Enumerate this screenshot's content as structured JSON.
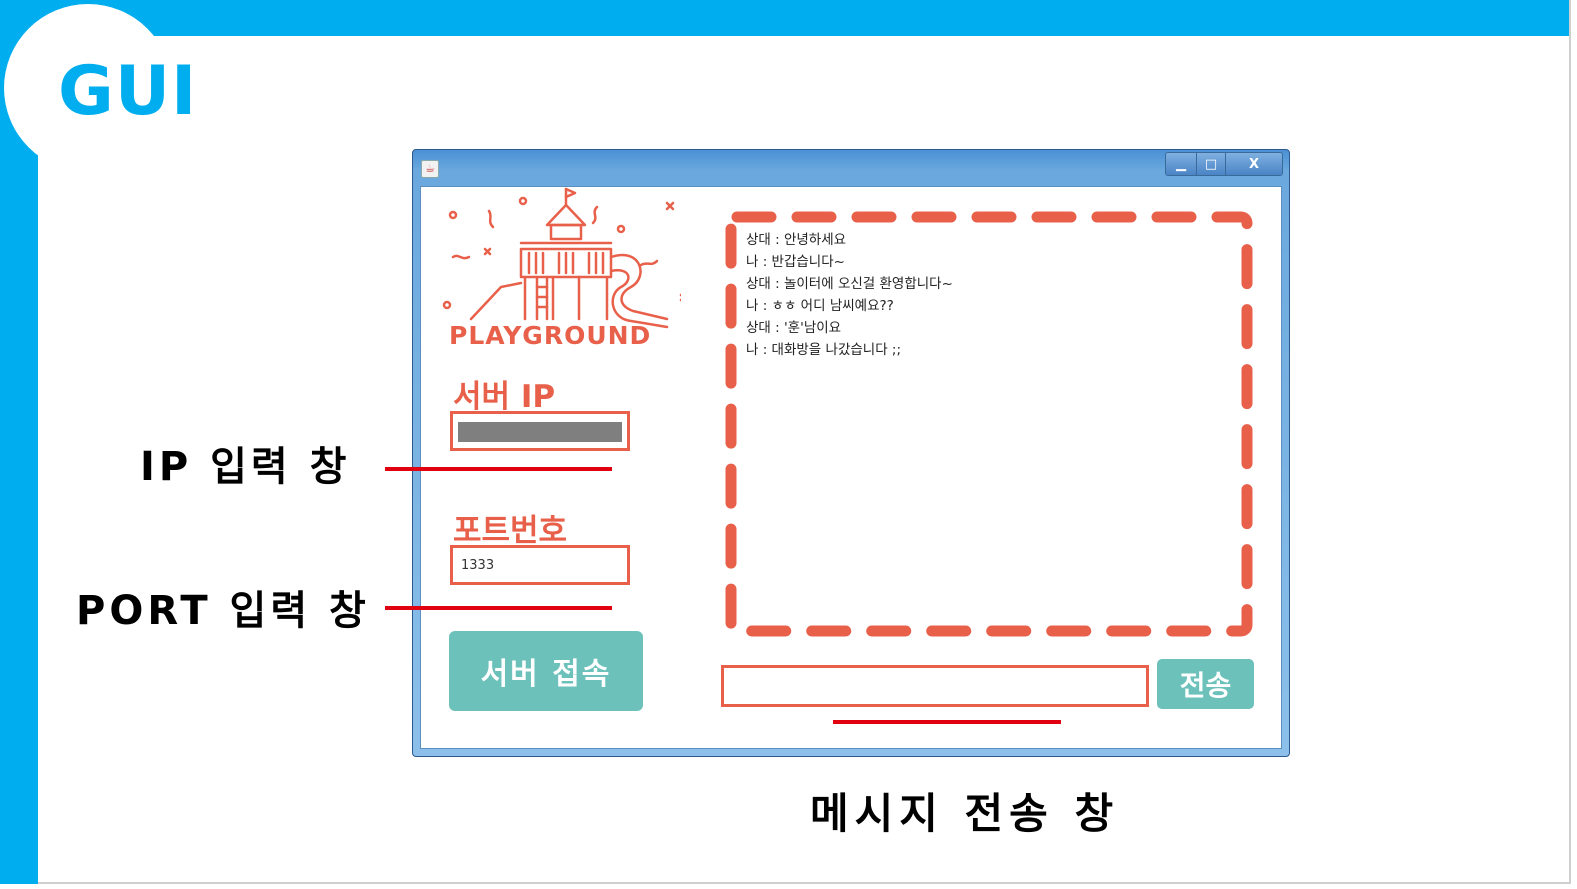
{
  "slide": {
    "title": "GUI",
    "accent_color": "#00aeef"
  },
  "window": {
    "icon": "java-cup-icon",
    "controls": {
      "minimize": "▁",
      "maximize": "□",
      "close": "X"
    }
  },
  "app": {
    "logo_text": "PLAYGROUND",
    "server_ip_label": "서버 IP",
    "ip_value": "",
    "port_label": "포트번호",
    "port_value": "1333",
    "connect_button": "서버 접속",
    "send_button": "전송",
    "message_value": "",
    "theme_color": "#e8604a",
    "button_color": "#6cc2bb"
  },
  "chat": {
    "messages": [
      "상대 : 안녕하세요",
      "나 : 반갑습니다~",
      "상대 : 놀이터에 오신걸 환영합니다~",
      "나 : ㅎㅎ 어디 남씨예요??",
      "상대 : '훈'남이요",
      "나 : 대화방을 나갔습니다 ;;"
    ]
  },
  "annotations": {
    "ip_input": "IP 입력 창",
    "port_input": "PORT 입력 창",
    "message_input": "메시지 전송 창",
    "line_color": "#e0000f"
  }
}
